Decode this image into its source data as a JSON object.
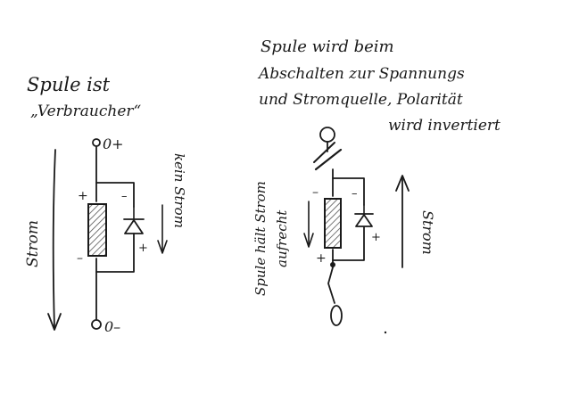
{
  "left": {
    "heading_line1": "Spule ist",
    "heading_line2": "„Verbraucher“",
    "terminal_top": "0+",
    "terminal_bottom": "0–",
    "current_label": "Strom",
    "no_current_label": "kein Strom",
    "coil_plus": "+",
    "coil_minus": "–",
    "diode_minus": "–",
    "diode_plus": "+"
  },
  "right": {
    "note_line1": "Spule wird beim",
    "note_line2": "Abschalten zur Spannungs",
    "note_line3": "und Stromquelle, Polarität",
    "note_line4": "wird invertiert",
    "coil_label_line1": "Spule hält Strom",
    "coil_label_line2": "aufrecht",
    "current_label": "Strom",
    "coil_minus": "–",
    "coil_plus": "+",
    "diode_minus": "–",
    "diode_plus": "+"
  },
  "colors": {
    "ink": "#1a1a1a",
    "coil_hatch": "#555555",
    "paper": "#ffffff"
  }
}
